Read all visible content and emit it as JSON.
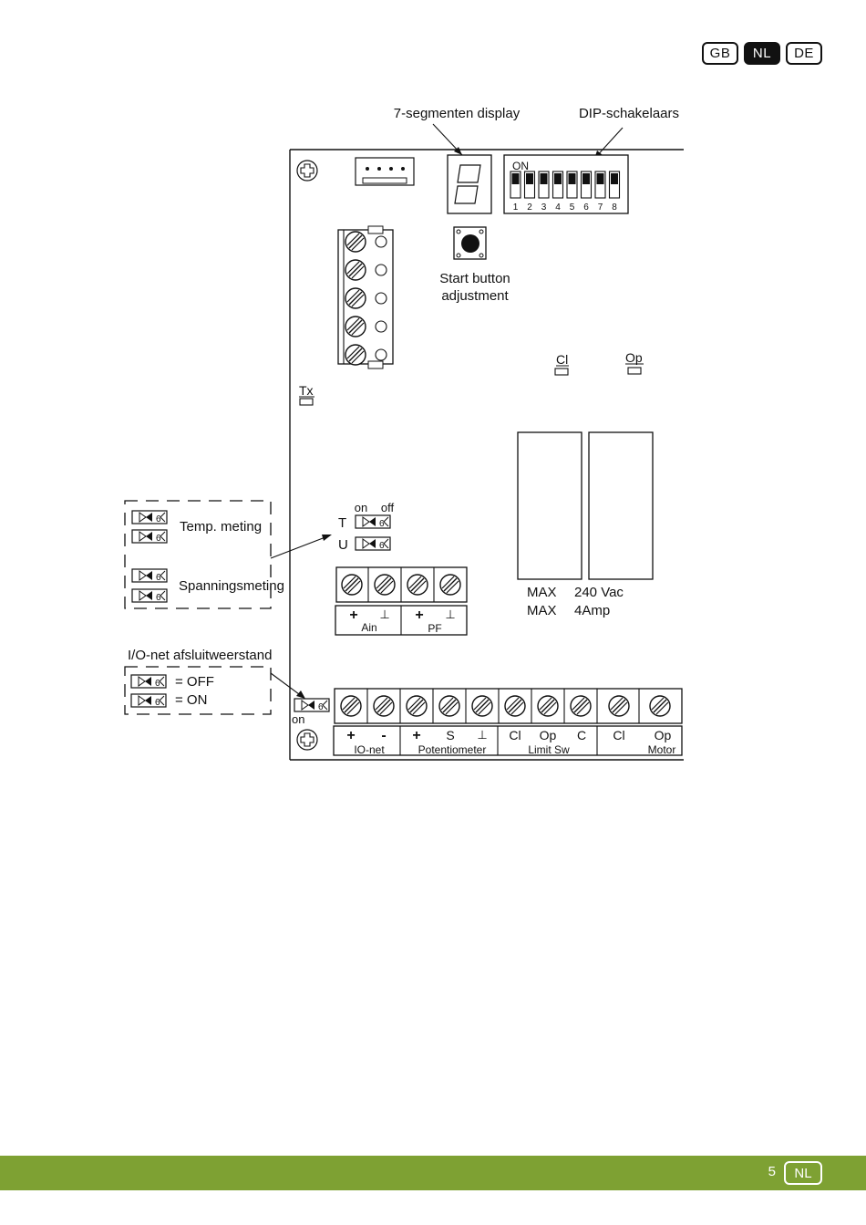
{
  "language_tabs": [
    {
      "label": "GB",
      "active": false
    },
    {
      "label": "NL",
      "active": true
    },
    {
      "label": "DE",
      "active": false
    }
  ],
  "diagram": {
    "label_7seg": "7-segmenten display",
    "label_dip": "DIP-schakelaars",
    "dip_on": "ON",
    "dip_numbers": [
      "1",
      "2",
      "3",
      "4",
      "5",
      "6",
      "7",
      "8"
    ],
    "start_button_line1": "Start button",
    "start_button_line2": "adjustment",
    "led_cl": "Cl",
    "led_op": "Op",
    "led_tx": "Tx",
    "relay_max1": "MAX",
    "relay_max2": "MAX",
    "relay_voltage": "240 Vac",
    "relay_current": "4Amp",
    "jumper_on": "on",
    "jumper_off": "off",
    "jumper_t": "T",
    "jumper_u": "U",
    "legend_temp": "Temp. meting",
    "legend_voltage": "Spanningsmeting",
    "io_title": "I/O-net afsluitweerstand",
    "io_off": "= OFF",
    "io_on": "= ON",
    "io_jumper_on": "on",
    "ain_plus": "+",
    "ain_gnd": "⊥",
    "ain_label": "Ain",
    "pf_plus": "+",
    "pf_gnd": "⊥",
    "pf_label": "PF",
    "term_plus": "+",
    "term_minus": "-",
    "term_plus2": "+",
    "term_s": "S",
    "term_gnd": "⊥",
    "term_cl1": "Cl",
    "term_op1": "Op",
    "term_c": "C",
    "term_cl2": "Cl",
    "term_op2": "Op",
    "group_ionet": "IO-net",
    "group_pot": "Potentiometer",
    "group_limit": "Limit Sw",
    "group_motor": "Motor"
  },
  "footer": {
    "page_number": "5",
    "language": "NL",
    "bar_color": "#7ea133"
  }
}
